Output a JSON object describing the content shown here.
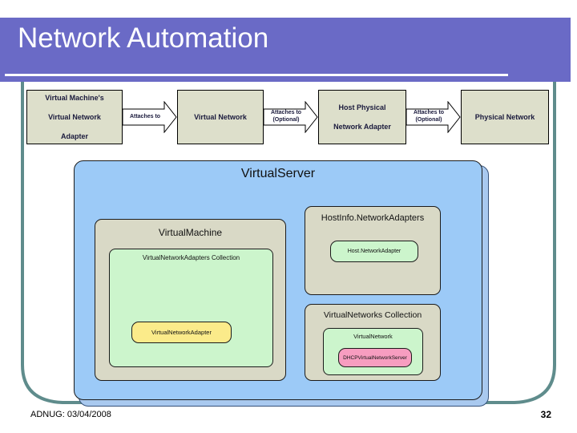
{
  "slide": {
    "title": "Network Automation",
    "banner_color": "#6a6ac6",
    "frame_color": "#5f8c8c"
  },
  "flow": {
    "boxes": [
      {
        "lines": [
          "Virtual Machine's",
          "Virtual Network",
          "Adapter"
        ]
      },
      {
        "lines": [
          "Virtual Network"
        ]
      },
      {
        "lines": [
          "Host Physical",
          "Network Adapter"
        ]
      },
      {
        "lines": [
          "Physical Network"
        ]
      }
    ],
    "arrows": [
      {
        "lines": [
          "Attaches to"
        ]
      },
      {
        "lines": [
          "Attaches to",
          "(Optional)"
        ]
      },
      {
        "lines": [
          "Attaches to",
          "(Optional)"
        ]
      }
    ]
  },
  "diagram": {
    "virtual_server": "VirtualServer",
    "virtual_machine": "VirtualMachine",
    "virtual_network_adapters_collection": "VirtualNetworkAdapters Collection",
    "virtual_network_adapter": "VirtualNetworkAdapter",
    "hostinfo_network_adapters": "HostInfo.NetworkAdapters",
    "host_network_adapter": "Host.NetworkAdapter",
    "virtual_networks_collection": "VirtualNetworks Collection",
    "virtual_network": "VirtualNetwork",
    "dhcp_virtual_network_server": "DHCPVirtualNetworkServer",
    "colors": {
      "server": "#9ccaf7",
      "container": "#d9d9c6",
      "collection": "#ccf5cc",
      "adapter": "#fbeb8a",
      "dhcp": "#f79dc0"
    }
  },
  "footer": {
    "left": "ADNUG: 03/04/2008",
    "page": "32"
  }
}
